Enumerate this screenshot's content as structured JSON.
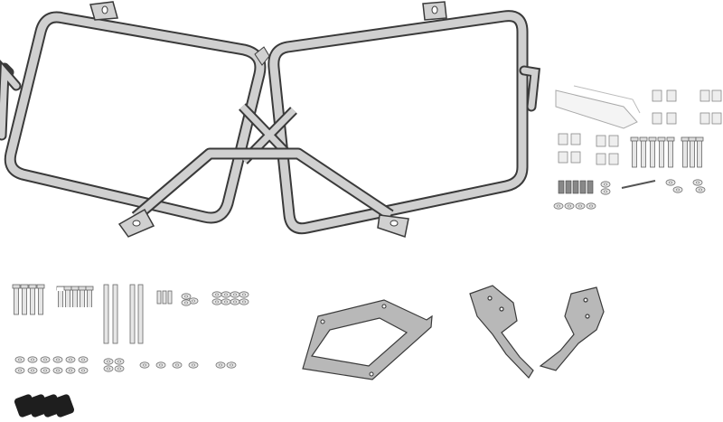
{
  "colors": {
    "background": "#ffffff",
    "tube_fill": "#d0d0d0",
    "outline": "#3a3a3a",
    "plate_fill": "#b8b8b8",
    "rubber": "#1e1e1e",
    "hardware": "#e2e2e2"
  },
  "parts": [
    {
      "name": "left-pannier-frame"
    },
    {
      "name": "right-pannier-frame"
    },
    {
      "name": "cross-bars"
    },
    {
      "name": "lower-connecting-tube"
    },
    {
      "name": "left-side-plate"
    },
    {
      "name": "right-mounting-brackets"
    },
    {
      "name": "hardware-kit"
    },
    {
      "name": "rubber-spacers"
    }
  ]
}
